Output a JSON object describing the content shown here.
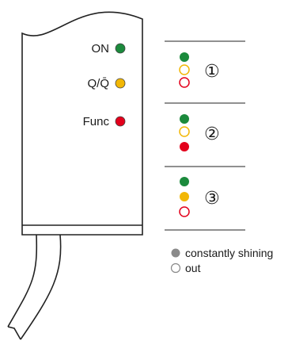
{
  "colors": {
    "green": "#1b8a3c",
    "yellow": "#f2b705",
    "red": "#e3001b",
    "outline": "#222222",
    "legend_fill": "#8a8a8a",
    "legend_empty": "#888888"
  },
  "device": {
    "leds": [
      {
        "label": "ON",
        "color": "green",
        "state": "on"
      },
      {
        "label": "Q/Q̄",
        "color": "yellow",
        "state": "on"
      },
      {
        "label": "Func",
        "color": "red",
        "state": "on"
      }
    ]
  },
  "states": [
    {
      "number": "①",
      "leds": [
        "on",
        "off",
        "off"
      ]
    },
    {
      "number": "②",
      "leds": [
        "on",
        "off",
        "on"
      ]
    },
    {
      "number": "③",
      "leds": [
        "on",
        "on",
        "off"
      ]
    }
  ],
  "legend": {
    "shining_label": "constantly shining",
    "out_label": "out"
  }
}
